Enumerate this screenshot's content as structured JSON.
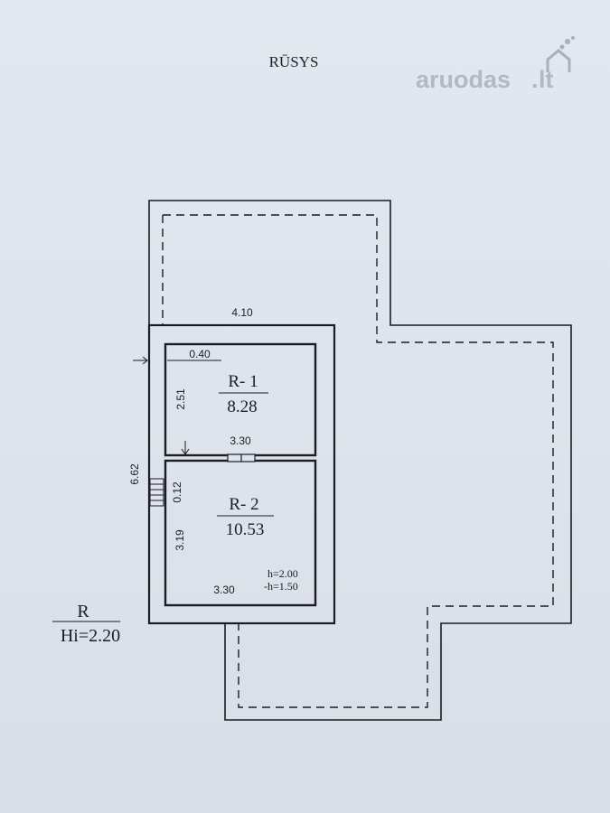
{
  "title": "RŪSYS",
  "watermark": {
    "text_main": "aruodas",
    "text_dot": ".",
    "text_tld": "lt"
  },
  "rooms": [
    {
      "id": "R- 1",
      "area": "8.28"
    },
    {
      "id": "R- 2",
      "area": "10.53"
    }
  ],
  "dimensions": {
    "outer_width": "4.10",
    "wall_offset": "0.40",
    "r1_height": "2.51",
    "r1_width": "3.30",
    "total_height": "6.62",
    "partition": "0.12",
    "r2_height": "3.19",
    "r2_width": "3.30"
  },
  "heights": {
    "h": "h=2.00",
    "minus_h": "-h=1.50"
  },
  "legend": {
    "label": "R",
    "value": "Hi=2.20"
  },
  "colors": {
    "background": "#dfe5ee",
    "line": "#1c1c22",
    "watermark": "#a9b0ba"
  }
}
